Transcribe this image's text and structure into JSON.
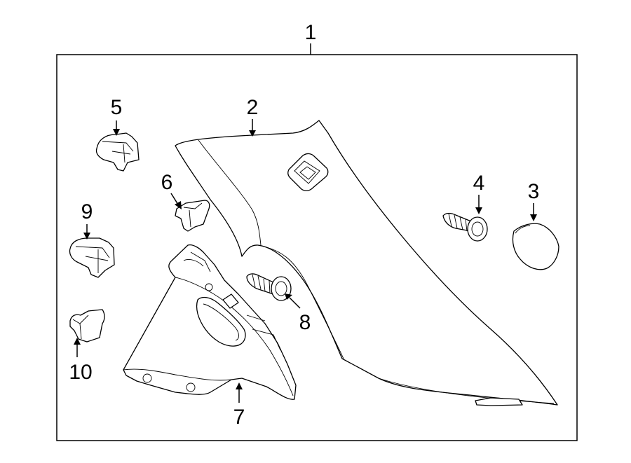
{
  "diagram": {
    "callouts": [
      "1",
      "2",
      "3",
      "4",
      "5",
      "6",
      "7",
      "8",
      "9",
      "10"
    ]
  },
  "style": {
    "line_color": "#000000",
    "background": "#ffffff"
  }
}
